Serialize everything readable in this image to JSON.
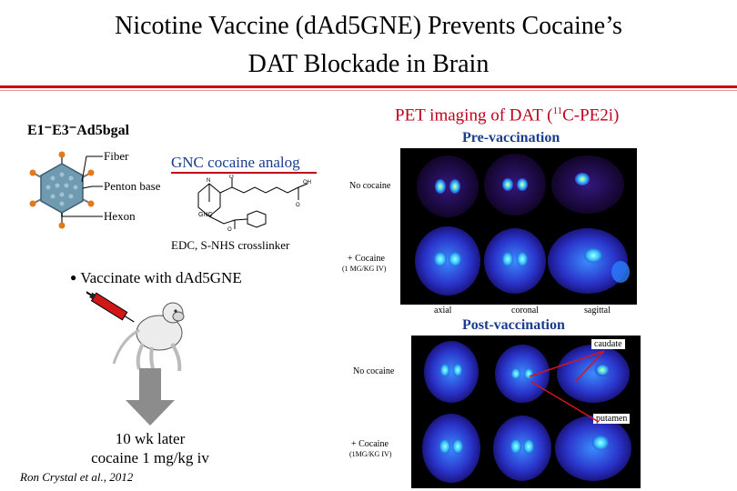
{
  "title": {
    "line1": "Nicotine Vaccine (dAd5GNE) Prevents Cocaine’s",
    "line2": "DAT Blockade in Brain"
  },
  "left": {
    "vector_label": "E1⁻E3⁻Ad5bgal",
    "fiber_label": "Fiber",
    "penton_label": "Penton base",
    "hexon_label": "Hexon",
    "gnc_label": "GNC cocaine analog",
    "gnc_struct_label": "GNC",
    "crosslinker_label": "EDC, S-NHS crosslinker",
    "vaccinate_label": "Vaccinate with dAd5GNE",
    "bullet": "●",
    "wait_line1": "10 wk later",
    "wait_line2": "cocaine 1 mg/kg iv",
    "citation": "Ron Crystal et al., 2012"
  },
  "right": {
    "pet_title_prefix": "PET imaging of DAT (",
    "pet_title_sup": "11",
    "pet_title_suffix": "C-PE2i)",
    "pre_label": "Pre-vaccination",
    "post_label": "Post-vaccination",
    "no_cocaine_pre": "No cocaine",
    "plus_cocaine_pre": "+ Cocaine",
    "dose_pre": "(1 MG/KG IV)",
    "no_cocaine_post": "No cocaine",
    "plus_cocaine_post": "+ Cocaine",
    "dose_post": "(1MG/KG IV)",
    "view_axial": "axial",
    "view_coronal": "coronal",
    "view_sagittal": "sagittal",
    "caudate_label": "caudate",
    "putamen_label": "putamen"
  },
  "colors": {
    "accent_red": "#c0001a",
    "rule": "#d00000",
    "pet_background": "#000000",
    "arrow_grey": "#8c8c8c"
  }
}
